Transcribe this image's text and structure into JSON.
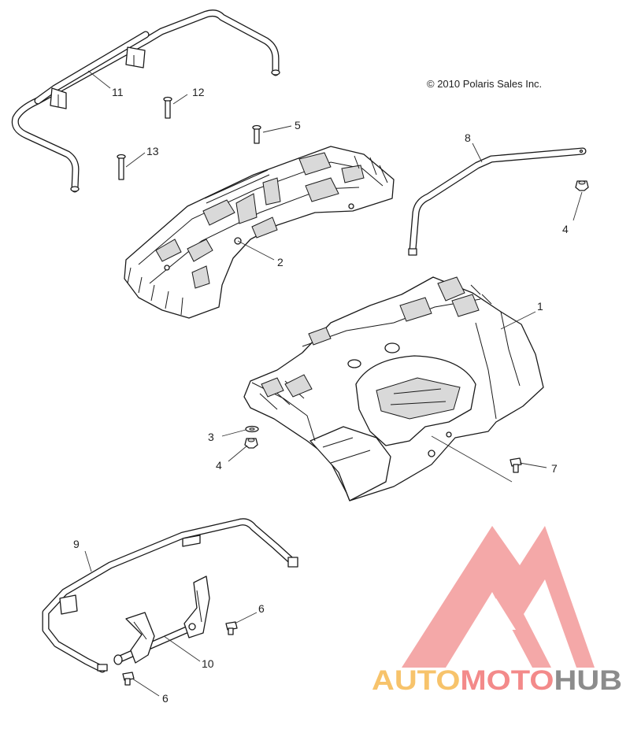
{
  "copyright": "© 2010 Polaris Sales Inc.",
  "callouts": {
    "c1": "1",
    "c2": "2",
    "c3": "3",
    "c4a": "4",
    "c4b": "4",
    "c5": "5",
    "c6a": "6",
    "c6b": "6",
    "c7": "7",
    "c8": "8",
    "c9": "9",
    "c10": "10",
    "c11": "11",
    "c12": "12",
    "c13": "13"
  },
  "watermark": {
    "part1": "AUTO",
    "part2": "MOTO",
    "part3": "HUB",
    "color_auto": "#f7c36b",
    "color_moto": "#f38a8a",
    "color_hub": "#8c8c8c",
    "logo_color": "#f39a9a"
  }
}
